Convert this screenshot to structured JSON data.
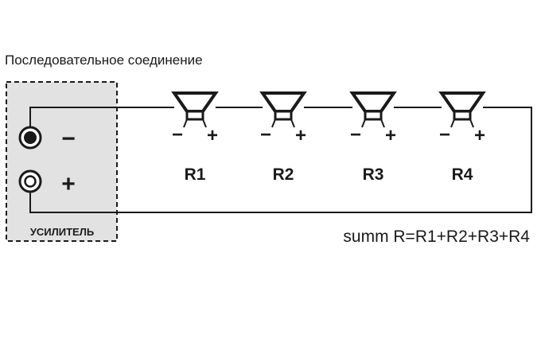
{
  "title": "Последовательное соединение",
  "amplifier": {
    "label": "УСИЛИТЕЛЬ",
    "minus": "−",
    "plus": "+"
  },
  "speakers": [
    {
      "label": "R1",
      "minus": "−",
      "plus": "+"
    },
    {
      "label": "R2",
      "minus": "−",
      "plus": "+"
    },
    {
      "label": "R3",
      "minus": "−",
      "plus": "+"
    },
    {
      "label": "R4",
      "minus": "−",
      "plus": "+"
    }
  ],
  "formula": "summ R=R1+R2+R3+R4",
  "colors": {
    "line": "#1a1a1a",
    "amp_fill": "#e2e2e2"
  }
}
